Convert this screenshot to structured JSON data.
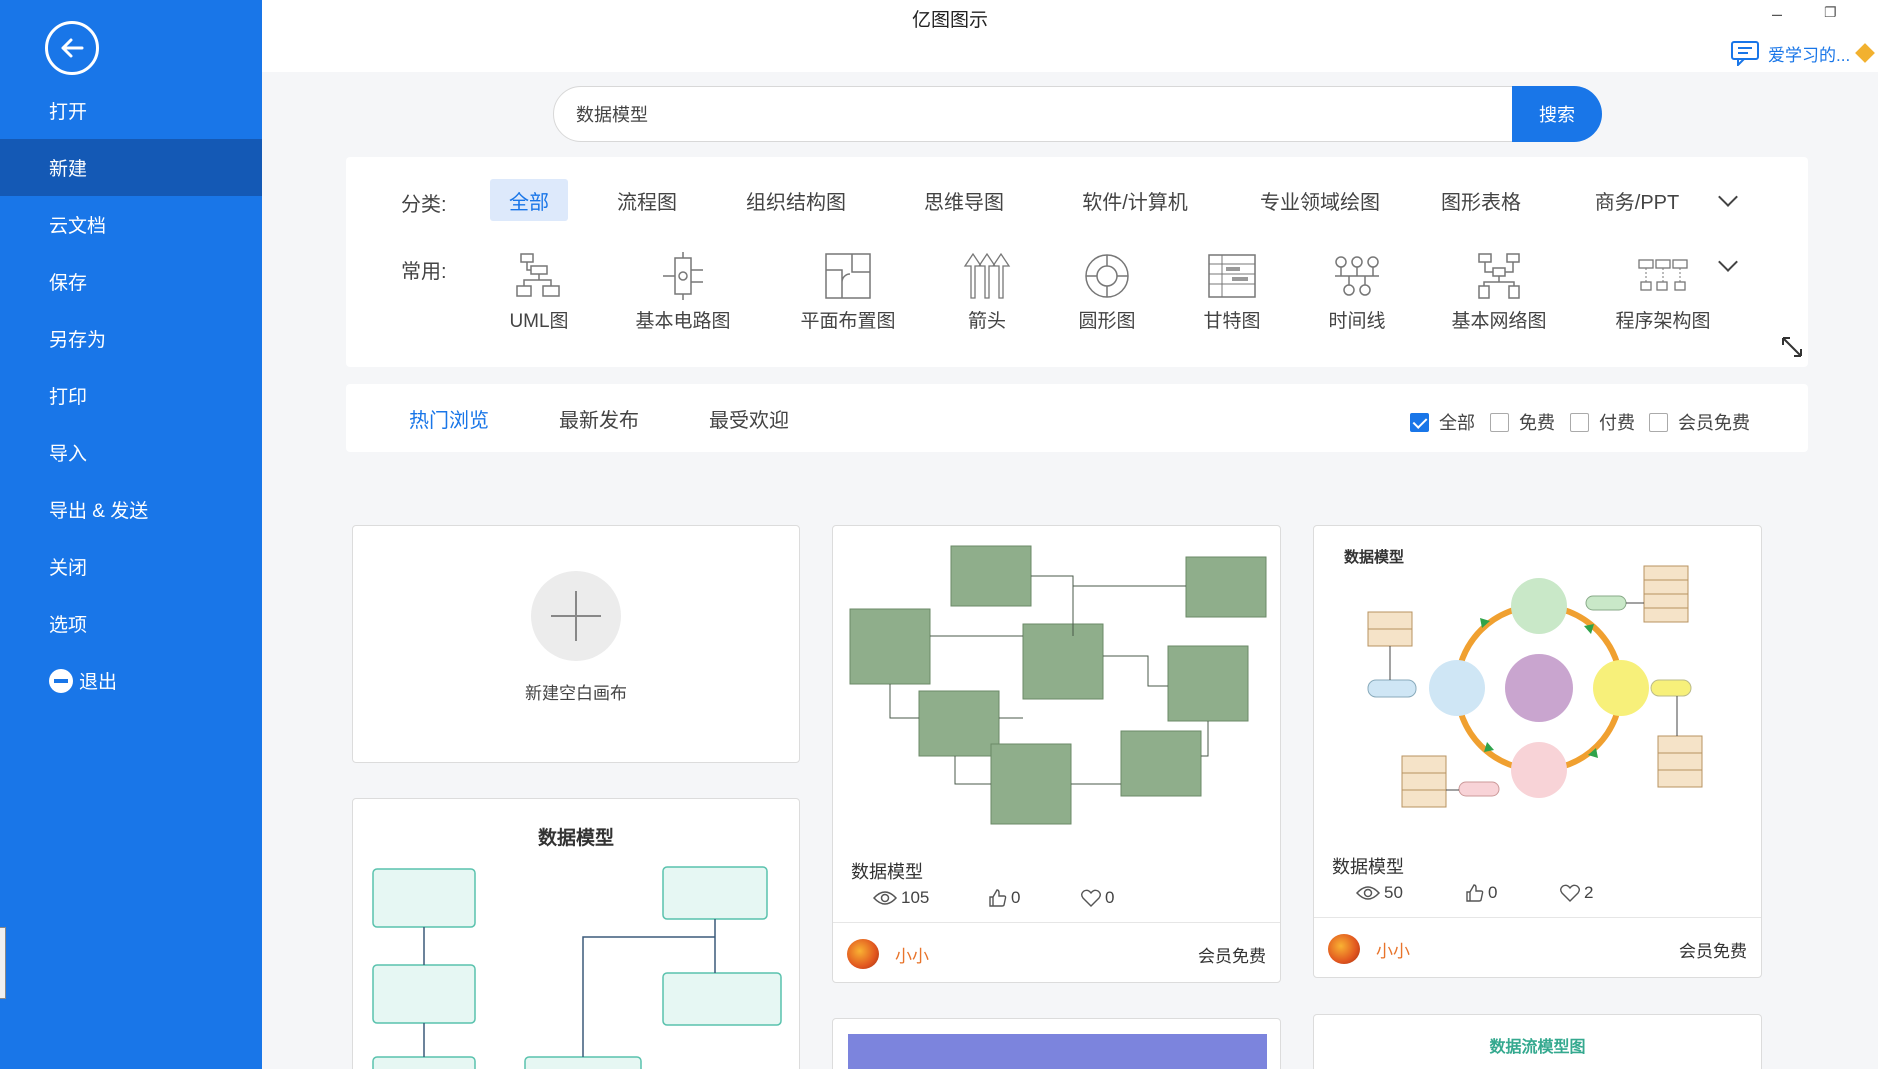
{
  "window": {
    "title": "亿图图示",
    "minimize_glyph": "–",
    "restore_glyph": "❐",
    "user_name": "爱学习的..."
  },
  "sidebar": {
    "items": [
      {
        "label": "打开"
      },
      {
        "label": "新建"
      },
      {
        "label": "云文档"
      },
      {
        "label": "保存"
      },
      {
        "label": "另存为"
      },
      {
        "label": "打印"
      },
      {
        "label": "导入"
      },
      {
        "label": "导出 & 发送"
      },
      {
        "label": "关闭"
      },
      {
        "label": "选项"
      },
      {
        "label": "退出"
      }
    ],
    "active": "新建"
  },
  "search": {
    "value": "数据模型",
    "button": "搜索"
  },
  "categories": {
    "label": "分类:",
    "items": [
      "全部",
      "流程图",
      "组织结构图",
      "思维导图",
      "软件/计算机",
      "专业领域绘图",
      "图形表格",
      "商务/PPT"
    ],
    "active": "全部"
  },
  "common": {
    "label": "常用:",
    "items": [
      "UML图",
      "基本电路图",
      "平面布置图",
      "箭头",
      "圆形图",
      "甘特图",
      "时间线",
      "基本网络图",
      "程序架构图"
    ]
  },
  "filters": {
    "tabs": [
      "热门浏览",
      "最新发布",
      "最受欢迎"
    ],
    "active_tab": "热门浏览",
    "options": [
      {
        "label": "全部",
        "checked": true
      },
      {
        "label": "免费",
        "checked": false
      },
      {
        "label": "付费",
        "checked": false
      },
      {
        "label": "会员免费",
        "checked": false
      }
    ]
  },
  "new_canvas": {
    "label": "新建空白画布"
  },
  "templates": [
    {
      "title": "数据模型",
      "views": "105",
      "likes": "0",
      "favorites": "0",
      "author": "小小",
      "price": "会员免费"
    },
    {
      "title": "数据模型",
      "views": "50",
      "likes": "0",
      "favorites": "2",
      "author": "小小",
      "price": "会员免费",
      "thumb_title": "数据模型"
    }
  ],
  "lower_thumbs": {
    "left_title": "数据模型",
    "right_title": "数据流模型图"
  },
  "colors": {
    "accent": "#1976e8",
    "sidebar": "#1976e8",
    "sidebar_active": "#1459b5",
    "author": "#e8742b",
    "erd_green": "#8fae8b"
  }
}
